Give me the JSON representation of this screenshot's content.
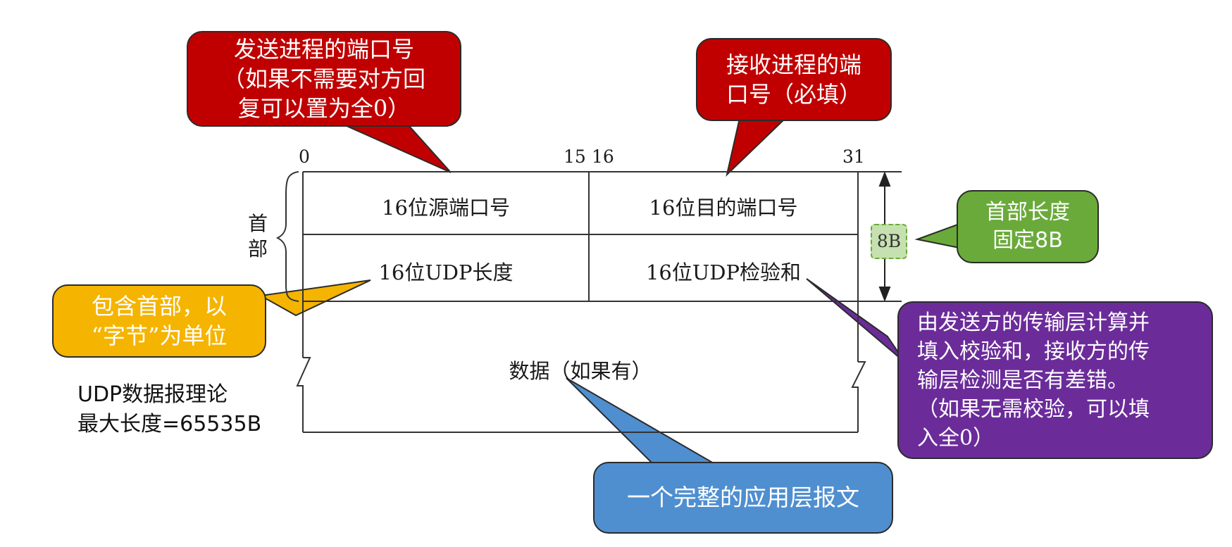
{
  "diagram": {
    "title": "UDP header format",
    "bit_labels": {
      "b0": "0",
      "b15": "15",
      "b16": "16",
      "b31": "31"
    },
    "header_label": [
      "首",
      "部"
    ],
    "fields": {
      "src_port": "16位源端口号",
      "dst_port": "16位目的端口号",
      "length": "16位UDP长度",
      "checksum": "16位UDP检验和",
      "data": "数据（如果有）"
    },
    "size_badge": "8B"
  },
  "callouts": {
    "src_port": [
      "发送进程的端口号",
      "（如果不需要对方回",
      "复可以置为全0）"
    ],
    "dst_port": [
      "接收进程的端",
      "口号（必填）"
    ],
    "header_len": [
      "首部长度",
      "固定8B"
    ],
    "length": [
      "包含首部，以",
      "“字节”为单位"
    ],
    "checksum": [
      "由发送方的传输层计算并",
      "填入校验和，接收方的传",
      "输层检测是否有差错。",
      "（如果无需校验，可以填",
      "入全0）"
    ],
    "data": [
      "一个完整的应用层报文"
    ]
  },
  "note": [
    "UDP数据报理论",
    "最大长度=65535B"
  ],
  "colors": {
    "red": "#c00000",
    "green": "#6aaa3a",
    "orange": "#f5b400",
    "purple": "#6b2c9a",
    "blue": "#4f8fd0"
  }
}
